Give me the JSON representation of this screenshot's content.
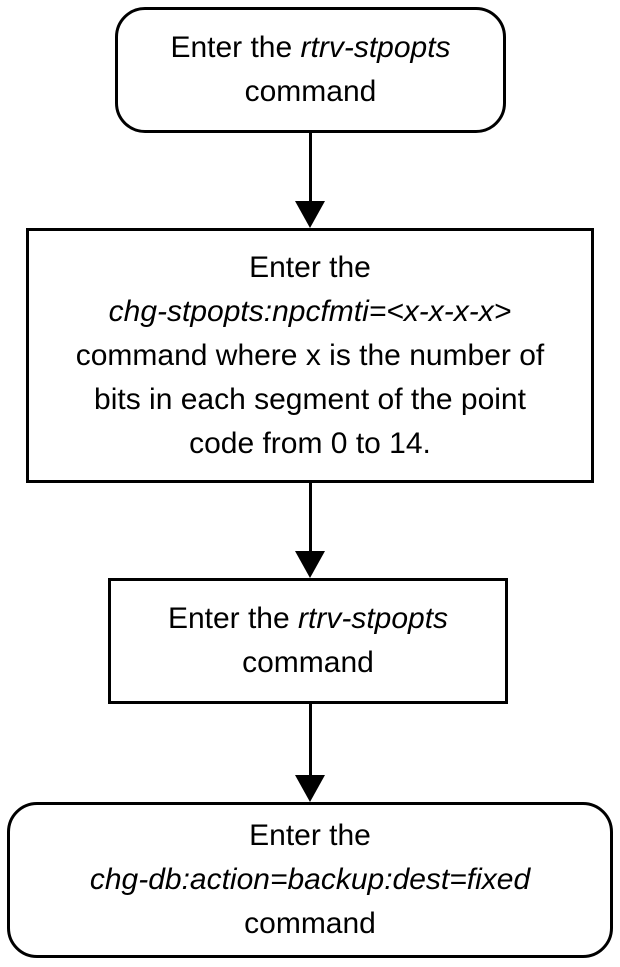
{
  "diagram": {
    "type": "flowchart",
    "background_color": "#ffffff",
    "stroke_color": "#000000",
    "text_color": "#000000",
    "nodes": [
      {
        "id": "step-1",
        "shape": "rounded-rectangle",
        "lines": [
          {
            "segments": [
              {
                "text": "Enter the ",
                "style": "regular"
              },
              {
                "text": "rtrv-stpopts",
                "style": "italic"
              }
            ]
          },
          {
            "segments": [
              {
                "text": "command",
                "style": "regular"
              }
            ]
          }
        ]
      },
      {
        "id": "step-2",
        "shape": "rectangle",
        "lines": [
          {
            "segments": [
              {
                "text": "Enter the",
                "style": "regular"
              }
            ]
          },
          {
            "segments": [
              {
                "text": "chg-stpopts:npcfmti=<x-x-x-x>",
                "style": "italic"
              }
            ]
          },
          {
            "segments": [
              {
                "text": "command where x is the number of",
                "style": "regular"
              }
            ]
          },
          {
            "segments": [
              {
                "text": "bits in each segment of the point",
                "style": "regular"
              }
            ]
          },
          {
            "segments": [
              {
                "text": "code from 0 to 14.",
                "style": "regular"
              }
            ]
          }
        ]
      },
      {
        "id": "step-3",
        "shape": "rectangle",
        "lines": [
          {
            "segments": [
              {
                "text": "Enter the ",
                "style": "regular"
              },
              {
                "text": "rtrv-stpopts",
                "style": "italic"
              }
            ]
          },
          {
            "segments": [
              {
                "text": "command",
                "style": "regular"
              }
            ]
          }
        ]
      },
      {
        "id": "step-4",
        "shape": "rounded-rectangle",
        "lines": [
          {
            "segments": [
              {
                "text": "Enter the",
                "style": "regular"
              }
            ]
          },
          {
            "segments": [
              {
                "text": "chg-db:action=backup:dest=fixed",
                "style": "italic"
              }
            ]
          },
          {
            "segments": [
              {
                "text": "command",
                "style": "regular"
              }
            ]
          }
        ]
      }
    ],
    "connectors": [
      {
        "from": "step-1",
        "to": "step-2",
        "direction": "down",
        "style": "solid-arrowhead"
      },
      {
        "from": "step-2",
        "to": "step-3",
        "direction": "down",
        "style": "solid-arrowhead"
      },
      {
        "from": "step-3",
        "to": "step-4",
        "direction": "down",
        "style": "solid-arrowhead"
      }
    ]
  }
}
